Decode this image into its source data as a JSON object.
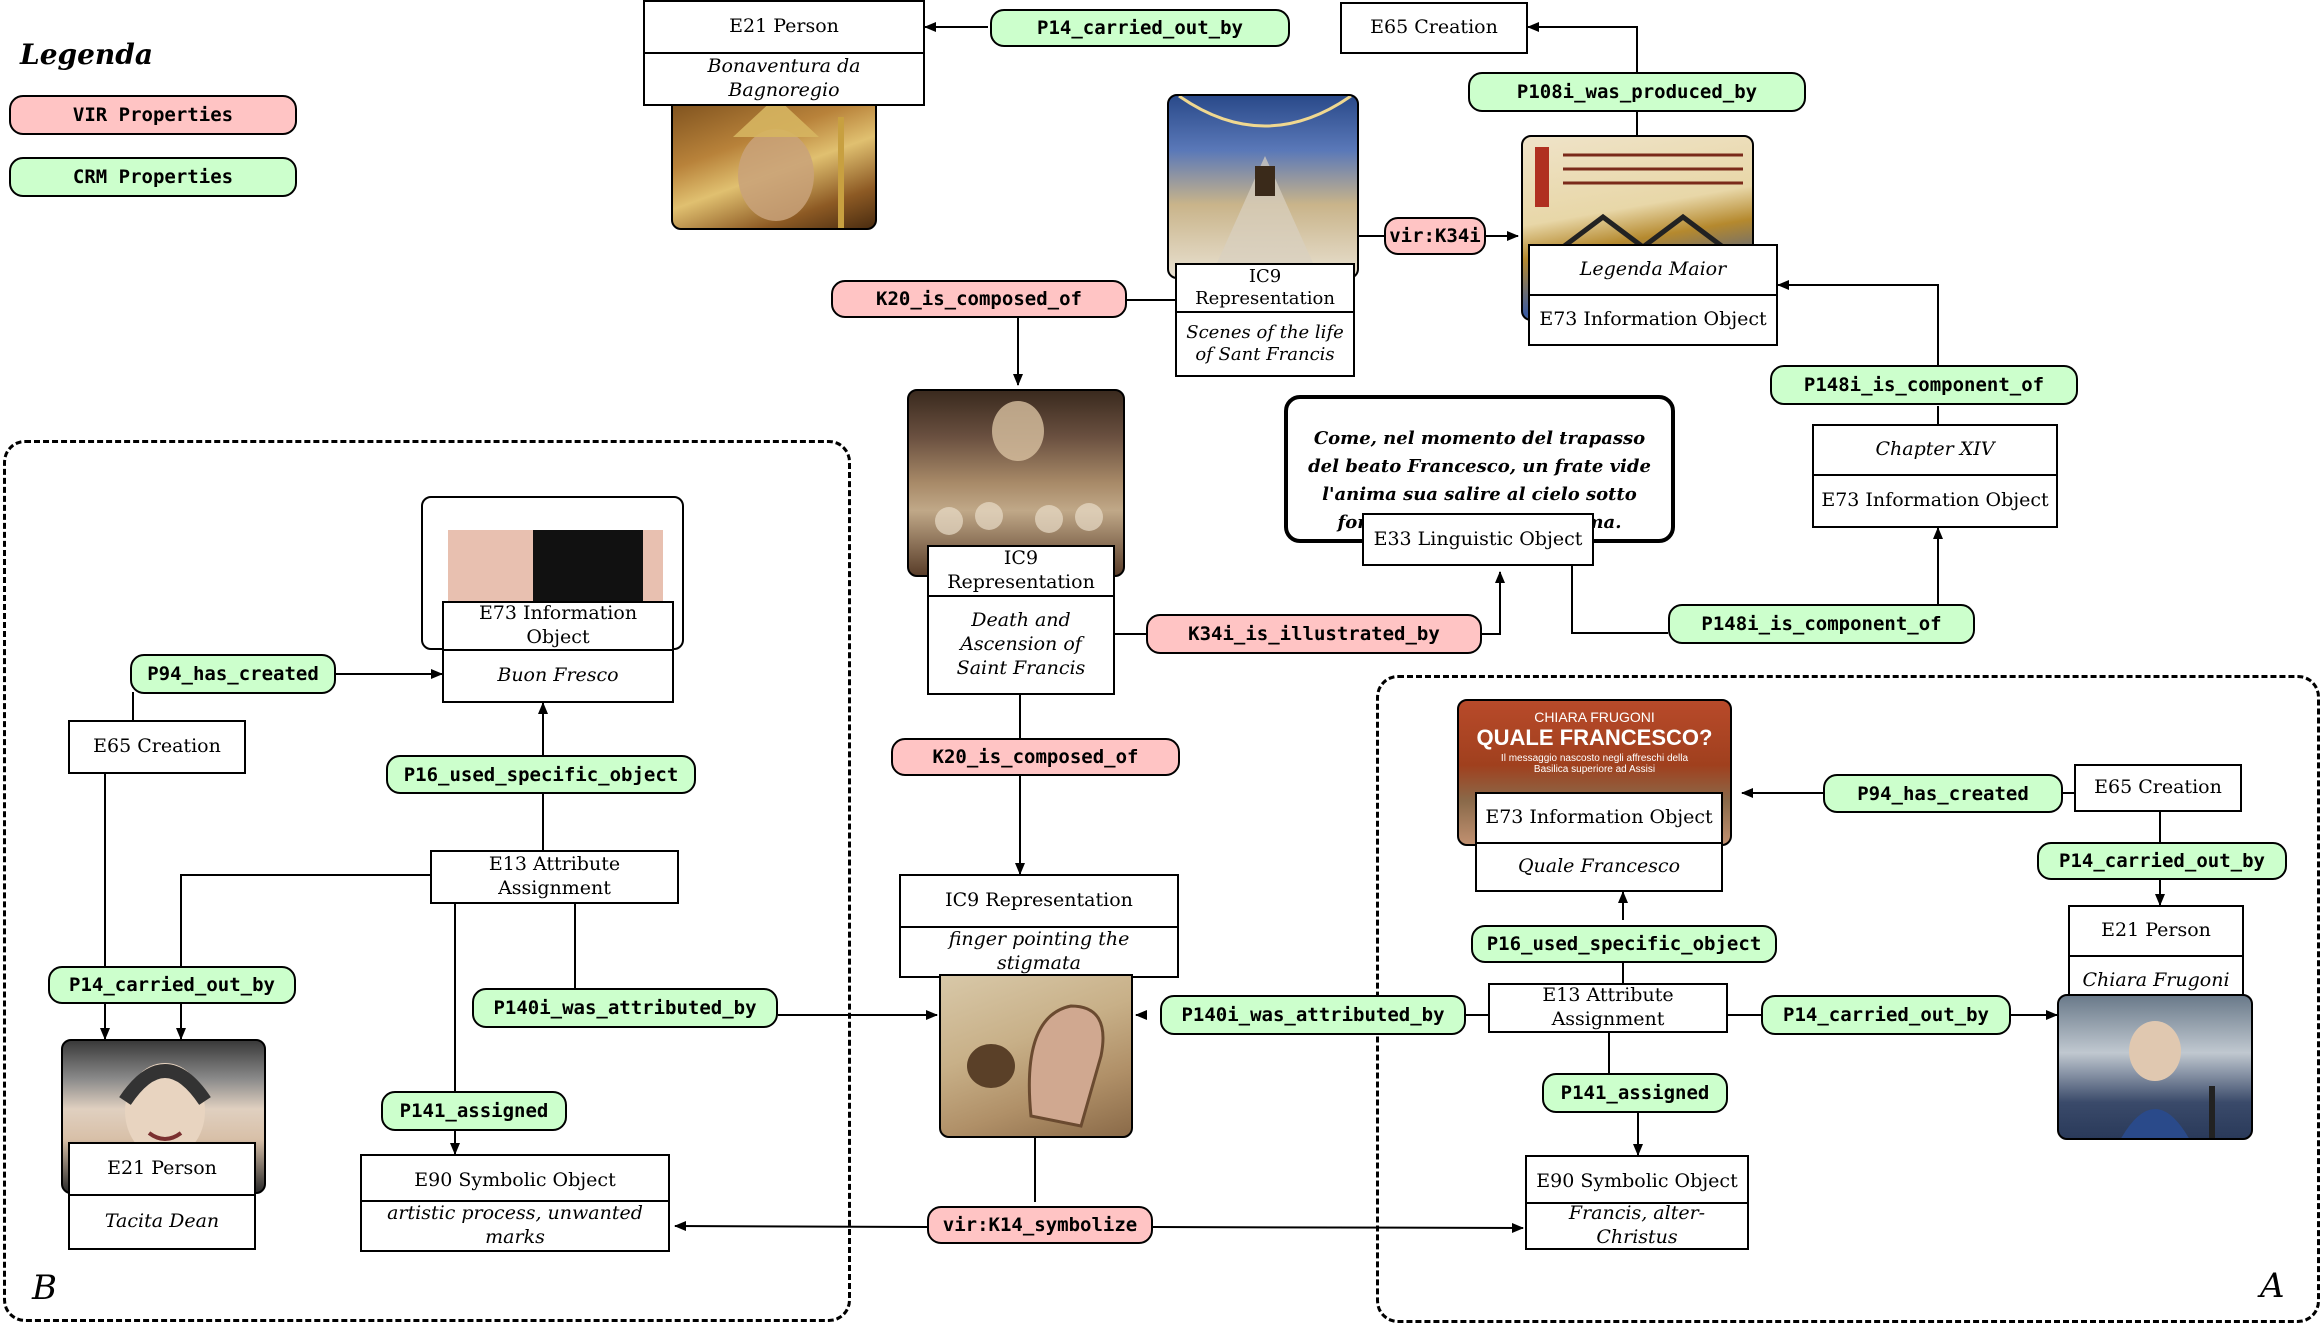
{
  "legend": {
    "title": "Legenda",
    "vir_label": "VIR Properties",
    "crm_label": "CRM Properties"
  },
  "colors": {
    "vir": "#ffc4c4",
    "crm": "#ccffcc"
  },
  "regions": {
    "left_label": "B",
    "right_label": "A"
  },
  "nodes": {
    "bonaventura": {
      "class": "E21 Person",
      "name": "Bonaventura da Bagnoregio"
    },
    "top_creation": {
      "class": "E65 Creation"
    },
    "scenes": {
      "class": "IC9 Representation",
      "name": "Scenes of the life of Sant Francis"
    },
    "legenda_maior": {
      "name": "Legenda Maior",
      "class": "E73 Information Object"
    },
    "chapter": {
      "name": "Chapter XIV",
      "class": "E73 Information Object"
    },
    "quote": {
      "text": "Come, nel momento del trapasso del beato Francesco, un frate vide l'anima sua salire al cielo sotto forma di stella fulgidissima.",
      "class": "E33 Linguistic Object"
    },
    "death": {
      "class": "IC9 Representation",
      "name": "Death and Ascension of Saint Francis"
    },
    "finger": {
      "class": "IC9 Representation",
      "name": "finger pointing the stigmata"
    },
    "buon_fresco": {
      "class": "E73 Information Object",
      "name": "Buon Fresco"
    },
    "left_creation": {
      "class": "E65 Creation"
    },
    "left_attr": {
      "class": "E13 Attribute Assignment"
    },
    "tacita": {
      "class": "E21 Person",
      "name": "Tacita Dean"
    },
    "left_symbolic": {
      "class": "E90 Symbolic Object",
      "name": "artistic process, unwanted marks"
    },
    "quale": {
      "class": "E73 Information Object",
      "name": "Quale Francesco"
    },
    "book_cover": {
      "author": "CHIARA FRUGONI",
      "title": "QUALE FRANCESCO?",
      "subtitle": "Il messaggio nascosto negli affreschi della Basilica superiore ad Assisi"
    },
    "right_creation": {
      "class": "E65 Creation"
    },
    "right_attr": {
      "class": "E13 Attribute Assignment"
    },
    "chiara": {
      "class": "E21 Person",
      "name": "Chiara Frugoni"
    },
    "right_symbolic": {
      "class": "E90 Symbolic Object",
      "name": "Francis, alter-Christus"
    }
  },
  "edges": {
    "p14_top": "P14_carried_out_by",
    "p108i": "P108i_was_produced_by",
    "virk34i": "vir:K34i",
    "k20_top": "K20_is_composed_of",
    "p148i_top": "P148i_is_component_of",
    "k34i": "K34i_is_illustrated_by",
    "p148i_bottom": "P148i_is_component_of",
    "k20_mid": "K20_is_composed_of",
    "p94_left": "P94_has_created",
    "p16_left": "P16_used_specific_object",
    "p14_left": "P14_carried_out_by",
    "p140i_left": "P140i_was_attributed_by",
    "p141_left": "P141_assigned",
    "virk14": "vir:K14_symbolize",
    "p94_right": "P94_has_created",
    "p14_right_top": "P14_carried_out_by",
    "p16_right": "P16_used_specific_object",
    "p140i_right": "P140i_was_attributed_by",
    "p14_right": "P14_carried_out_by",
    "p141_right": "P141_assigned"
  }
}
